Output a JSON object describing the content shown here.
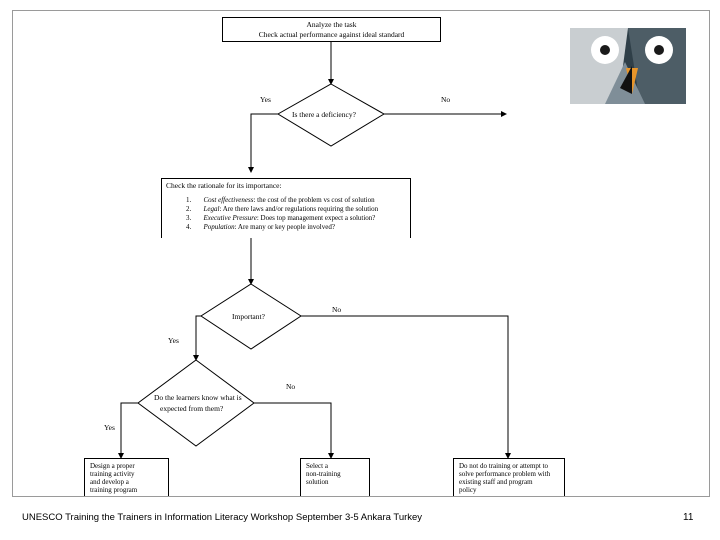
{
  "flowchart": {
    "top_box": {
      "line1": "Analyze the task",
      "line2": "Check actual performance against ideal standard"
    },
    "decision1": {
      "label": "Is there a deficiency?",
      "yes": "Yes",
      "no": "No"
    },
    "importance_box": {
      "heading": "Check the rationale for its importance:",
      "items": [
        {
          "num": "1.",
          "term": "Cost effectiveness",
          "text": ": the cost of the problem vs cost of solution"
        },
        {
          "num": "2.",
          "term": "Legal",
          "text": ": Are there laws and/or regulations requiring the solution"
        },
        {
          "num": "3.",
          "term": "Executive Pressure",
          "text": ": Does top management expect a solution?"
        },
        {
          "num": "4.",
          "term": "Population",
          "text": ": Are many or key people involved?"
        }
      ]
    },
    "decision2": {
      "label": "Important?",
      "yes": "Yes",
      "no": "No"
    },
    "decision3": {
      "label_line1": "Do the learners know what is",
      "label_line2": "expected from them?",
      "yes": "Yes",
      "no": "No"
    },
    "outcomes": [
      {
        "lines": [
          "Design a proper",
          "training activity",
          "and develop a",
          "training program"
        ]
      },
      {
        "lines": [
          "Select a",
          "non-training",
          "solution"
        ]
      },
      {
        "lines": [
          "Do not do training or attempt to",
          "solve performance problem with",
          "existing staff and program",
          "policy"
        ]
      }
    ]
  },
  "footer": {
    "text": "UNESCO Training the Trainers in Information Literacy Workshop September 3-5 Ankara Turkey",
    "page_number": "11"
  },
  "logo": {
    "icon": "owl-logo",
    "colors": {
      "background": "#2f3f48",
      "panel": "#7f8e98",
      "eye": "#ffffff",
      "pupil": "#1a1a1a",
      "beak": "#e8952a"
    }
  }
}
